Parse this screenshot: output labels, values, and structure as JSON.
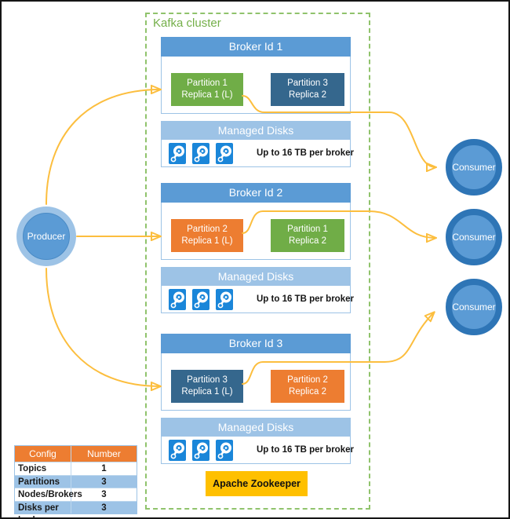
{
  "diagram": {
    "cluster_label": "Kafka cluster",
    "producer_label": "Producer",
    "consumer_labels": [
      "Consumer",
      "Consumer",
      "Consumer"
    ],
    "zookeeper_label": "Apache Zookeeper",
    "brokers": [
      {
        "title": "Broker Id 1",
        "partition_left": {
          "line1": "Partition 1",
          "line2": "Replica 1 (L)",
          "color": "#70ad47"
        },
        "partition_right": {
          "line1": "Partition 3",
          "line2": "Replica 2",
          "color": "#35678d"
        },
        "managed_disks_label": "Managed Disks",
        "disk_note": "Up to 16 TB per broker"
      },
      {
        "title": "Broker Id 2",
        "partition_left": {
          "line1": "Partition 2",
          "line2": "Replica 1 (L)",
          "color": "#ed7d31"
        },
        "partition_right": {
          "line1": "Partition 1",
          "line2": "Replica 2",
          "color": "#70ad47"
        },
        "managed_disks_label": "Managed Disks",
        "disk_note": "Up to 16 TB per broker"
      },
      {
        "title": "Broker Id 3",
        "partition_left": {
          "line1": "Partition 3",
          "line2": "Replica 1 (L)",
          "color": "#35678d"
        },
        "partition_right": {
          "line1": "Partition 2",
          "line2": "Replica 2",
          "color": "#ed7d31"
        },
        "managed_disks_label": "Managed Disks",
        "disk_note": "Up to 16 TB per broker"
      }
    ],
    "config_table": {
      "headers": [
        "Config",
        "Number"
      ],
      "rows": [
        [
          "Topics",
          "1"
        ],
        [
          "Partitions",
          "3"
        ],
        [
          "Nodes/Brokers",
          "3"
        ],
        [
          "Disks per broker",
          "3"
        ]
      ]
    },
    "colors": {
      "broker_header": "#5b9bd5",
      "light_blue": "#9dc3e6",
      "green": "#70ad47",
      "orange": "#ed7d31",
      "dark_blue": "#35678d",
      "consumer_ring": "#2e75b6",
      "arrow_line": "#fcbe3e",
      "arrow_head": "#f2a63b",
      "zookeeper_bg": "#ffc000",
      "cluster_border": "#90c36c",
      "disk_icon_blue": "#1a86d9",
      "table_header_bg": "#ed7d31",
      "table_alt_row_bg": "#9dc3e6"
    }
  }
}
